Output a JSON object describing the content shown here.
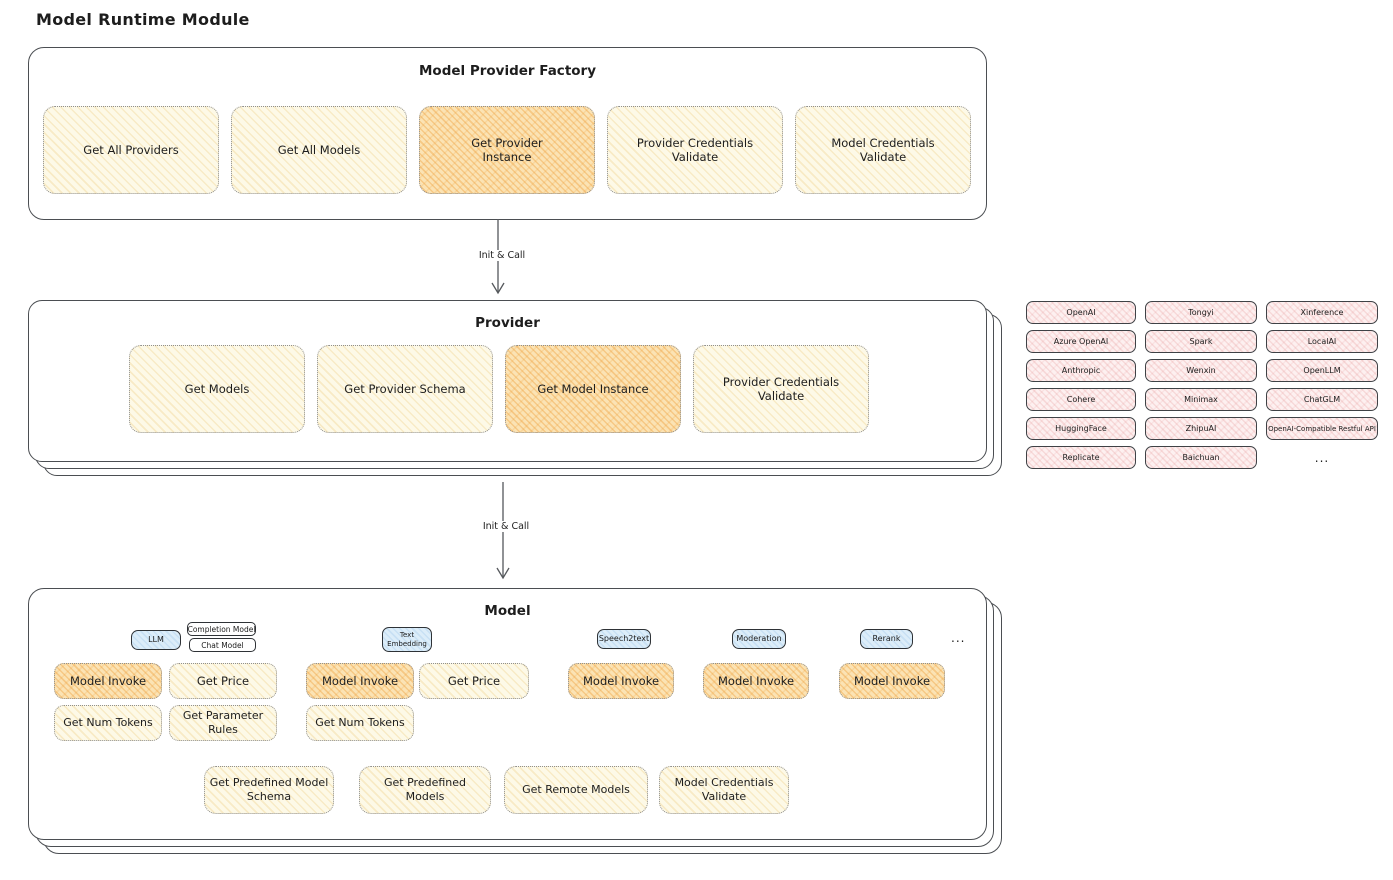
{
  "page": {
    "title": "Model Runtime Module"
  },
  "colors": {
    "cream": "#fdf9e7",
    "orange": "#fbe3b4",
    "pink": "#fdf0f0",
    "blue": "#dcedf9",
    "line": "#4b4e52",
    "ink": "#1d1d1d"
  },
  "factory": {
    "title": "Model Provider Factory",
    "items": [
      {
        "label": "Get All Providers"
      },
      {
        "label": "Get All Models"
      },
      {
        "label": "Get Provider Instance"
      },
      {
        "label": "Provider Credentials Validate"
      },
      {
        "label": "Model Credentials Validate"
      }
    ]
  },
  "arrows": {
    "init_call_1": "Init & Call",
    "init_call_2": "Init & Call"
  },
  "provider": {
    "title": "Provider",
    "items": [
      {
        "label": "Get Models"
      },
      {
        "label": "Get Provider Schema"
      },
      {
        "label": "Get Model Instance"
      },
      {
        "label": "Provider Credentials Validate"
      }
    ]
  },
  "vendors": {
    "items": [
      "OpenAI",
      "Tongyi",
      "Xinference",
      "Azure OpenAI",
      "Spark",
      "LocalAI",
      "Anthropic",
      "Wenxin",
      "OpenLLM",
      "Cohere",
      "Minimax",
      "ChatGLM",
      "HuggingFace",
      "ZhipuAI",
      "OpenAI-Compatible Restful API",
      "Replicate",
      "Baichuan"
    ],
    "more": "..."
  },
  "model": {
    "title": "Model",
    "tags": {
      "llm": "LLM",
      "completion": "Completion Model",
      "chat": "Chat Model",
      "text_embedding": "Text Embedding",
      "speech2text": "Speech2text",
      "moderation": "Moderation",
      "rerank": "Rerank",
      "more": "..."
    },
    "llm_ops": {
      "invoke": "Model Invoke",
      "price": "Get Price",
      "num_tokens": "Get Num Tokens",
      "param_rules": "Get Parameter Rules"
    },
    "embedding_ops": {
      "invoke": "Model Invoke",
      "price": "Get Price",
      "num_tokens": "Get Num Tokens"
    },
    "speech_ops": {
      "invoke": "Model Invoke"
    },
    "moderation_ops": {
      "invoke": "Model Invoke"
    },
    "rerank_ops": {
      "invoke": "Model Invoke"
    },
    "bottom_ops": [
      "Get Predefined Model Schema",
      "Get Predefined Models",
      "Get Remote Models",
      "Model Credentials Validate"
    ]
  }
}
